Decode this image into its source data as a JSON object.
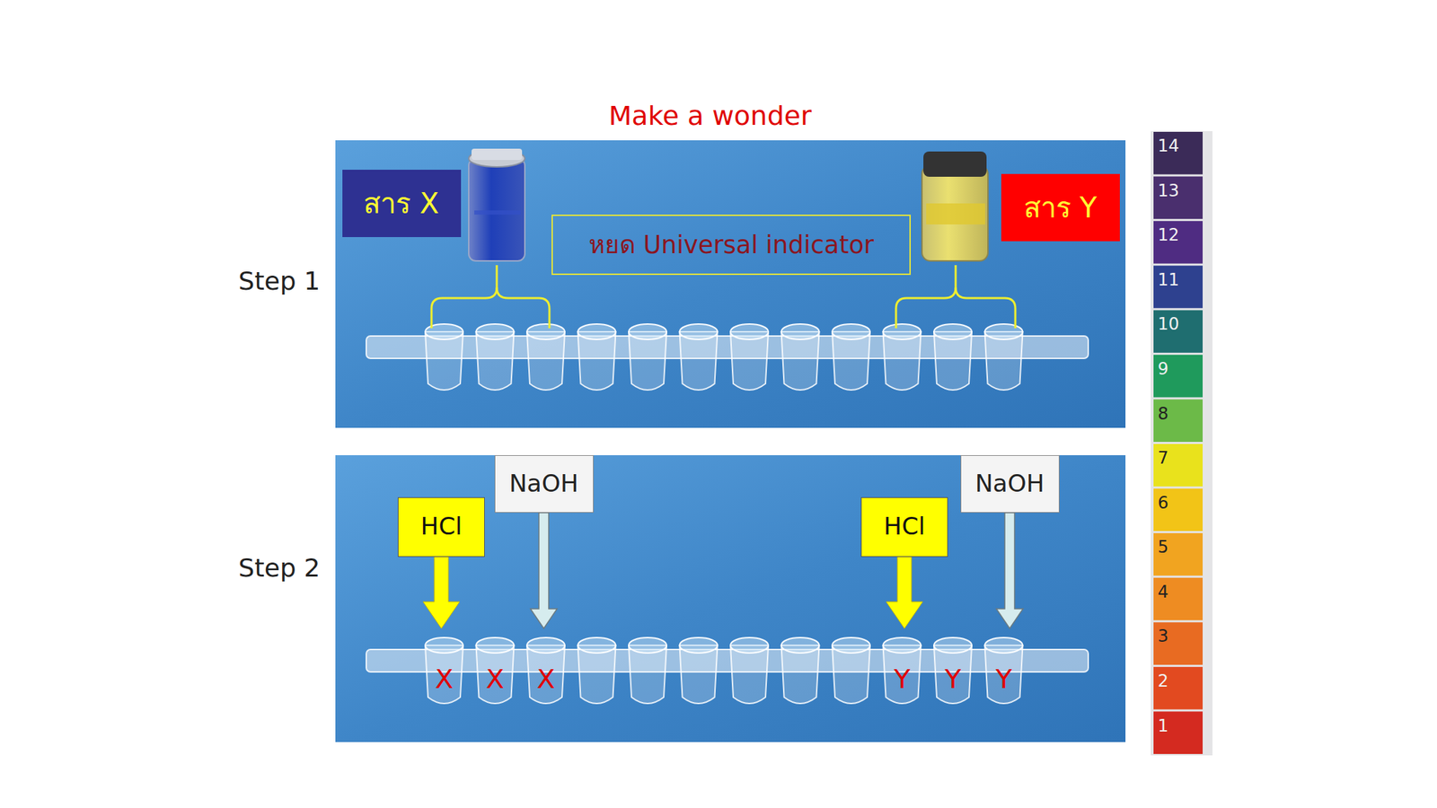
{
  "diagram": {
    "title": "Make a wonder",
    "nodes": [
      {
        "text": [
          "สาร X"
        ]
      },
      {
        "text": [
          "หยด Universal indicator"
        ]
      },
      {
        "text": [
          "สาร Y"
        ]
      },
      {
        "text": [
          "HCl"
        ]
      },
      {
        "text": [
          "NaOH"
        ]
      },
      {
        "text": [
          "HCl"
        ]
      },
      {
        "text": [
          "NaOH"
        ]
      }
    ],
    "labels": [
      "Step 1",
      "Step 2",
      "X",
      "X",
      "X",
      "Y",
      "Y",
      "Y",
      "14",
      "13",
      "12",
      "11",
      "10",
      "9",
      "8",
      "7",
      "6",
      "5",
      "4",
      "3",
      "2",
      "1"
    ]
  }
}
